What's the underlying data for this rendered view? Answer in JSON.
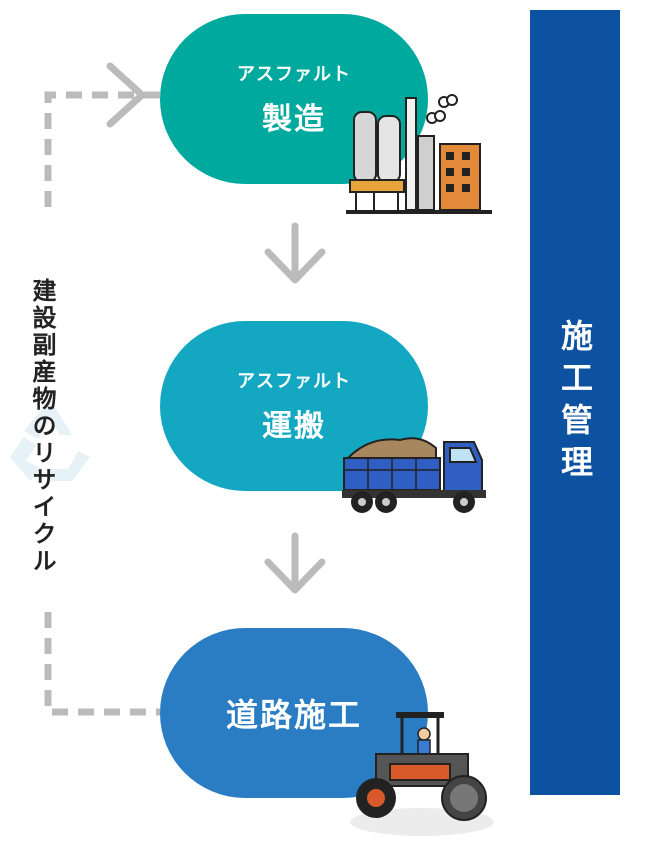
{
  "flow": {
    "steps": [
      {
        "sub": "アスファルト",
        "main": "製造"
      },
      {
        "sub": "アスファルト",
        "main": "運搬"
      },
      {
        "sub": "",
        "main": "道路施工"
      }
    ]
  },
  "management": {
    "label": "施工管理"
  },
  "recycle": {
    "label": "建設副産物のリサイクル"
  },
  "colors": {
    "step1": "#00a99d",
    "step2": "#14a7c1",
    "step3": "#2a7dc3",
    "management": "#0d52a0",
    "arrow": "#bbbbbb"
  },
  "icons": [
    "factory-icon",
    "dump-truck-icon",
    "road-roller-icon",
    "recycle-icon",
    "arrow-down-icon",
    "arrow-right-icon"
  ]
}
